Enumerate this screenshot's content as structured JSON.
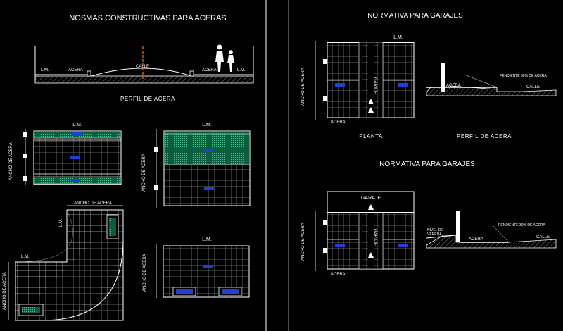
{
  "left_panel": {
    "title": "NOSMAS CONSTRUCTIVAS PARA ACERAS",
    "profile": {
      "lm_left": "L.M.",
      "acera_left": "ACERA",
      "calle": "CALLE",
      "acera_right": "ACERA",
      "lm_right": "L.M.",
      "caption": "PERFIL DE ACERA"
    },
    "plan_a": {
      "lm": "L.M.",
      "width_label": "ANCHO DE ACERA"
    },
    "plan_b": {
      "lm": "L.M.",
      "width_label": "ANCHO DE ACERA"
    },
    "corner": {
      "width_top": "ANCHO DE ACERA",
      "lm_top": "L.M.",
      "lm_left": "L.M.",
      "width_left": "ANCHO DE ACERA"
    },
    "plan_c": {
      "lm": "L.M.",
      "width_label": "ANCHO DE ACERA"
    }
  },
  "right_panel": {
    "section1": {
      "title": "NORMATIVA PARA GARAJES",
      "plan": {
        "lm": "L.M.",
        "width_label": "ANCHO DE ACERA",
        "acera": "ACERA",
        "garaje": "GARAJE",
        "caption": "PLANTA"
      },
      "profile": {
        "pendiente": "PENDIENTE 30% DE ACERA",
        "acera": "ACERA",
        "calle": "CALLE",
        "caption": "PERFIL DE ACERA"
      }
    },
    "section2": {
      "title": "NORMATIVA PARA GARAJES",
      "plan": {
        "garaje": "GARAJE",
        "width_label": "ANCHO DE ACERA",
        "acera": "ACERA",
        "garaje_v": "GARAJE"
      },
      "profile": {
        "nivel": "NIVEL DE",
        "vereda": "VEREDA",
        "acera": "ACERA",
        "pendiente": "PENDIENTE 30% DE ACERA",
        "calle": "CALLE"
      }
    }
  },
  "colors": {
    "background": "#000000",
    "lines": "#ffffff",
    "grass": "#0a5c3a",
    "grate": "#1f3fd6",
    "pole": "#e05a00"
  }
}
